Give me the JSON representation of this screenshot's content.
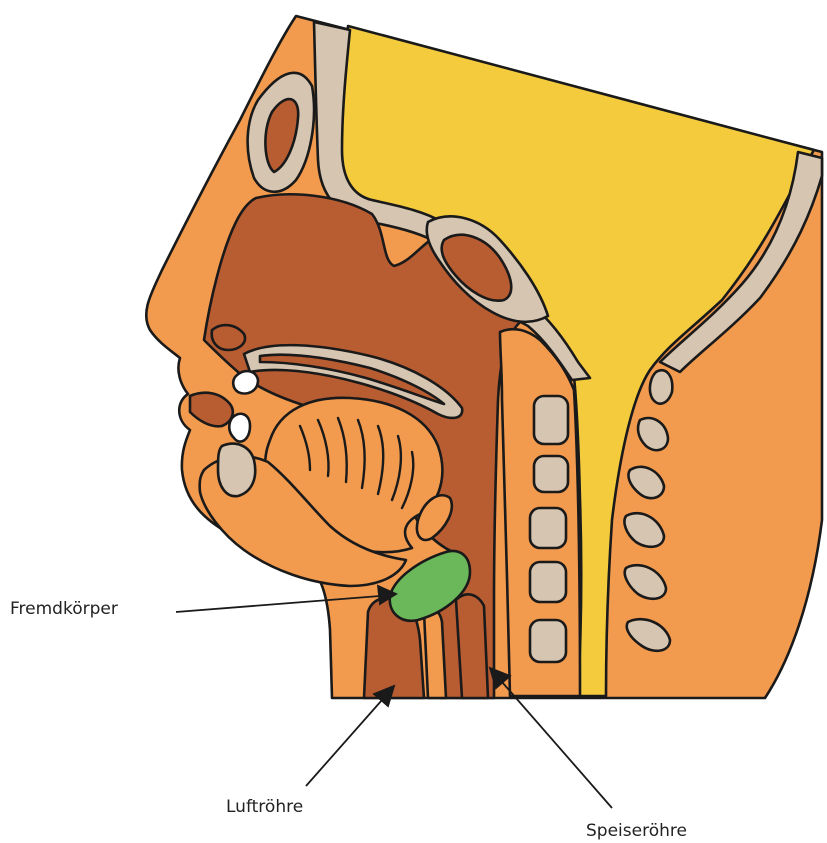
{
  "labels": {
    "foreign_body": "Fremdkörper",
    "trachea": "Luftröhre",
    "esophagus": "Speiseröhre"
  },
  "colors": {
    "skin": "#F29A4E",
    "tissue": "#B85C32",
    "bone": "#D6C5B1",
    "brain": "#F5CB3E",
    "foreign_body": "#6BB85A",
    "outline": "#1A1A1A",
    "teeth": "#FFFFFF",
    "background": "#FFFFFF"
  }
}
